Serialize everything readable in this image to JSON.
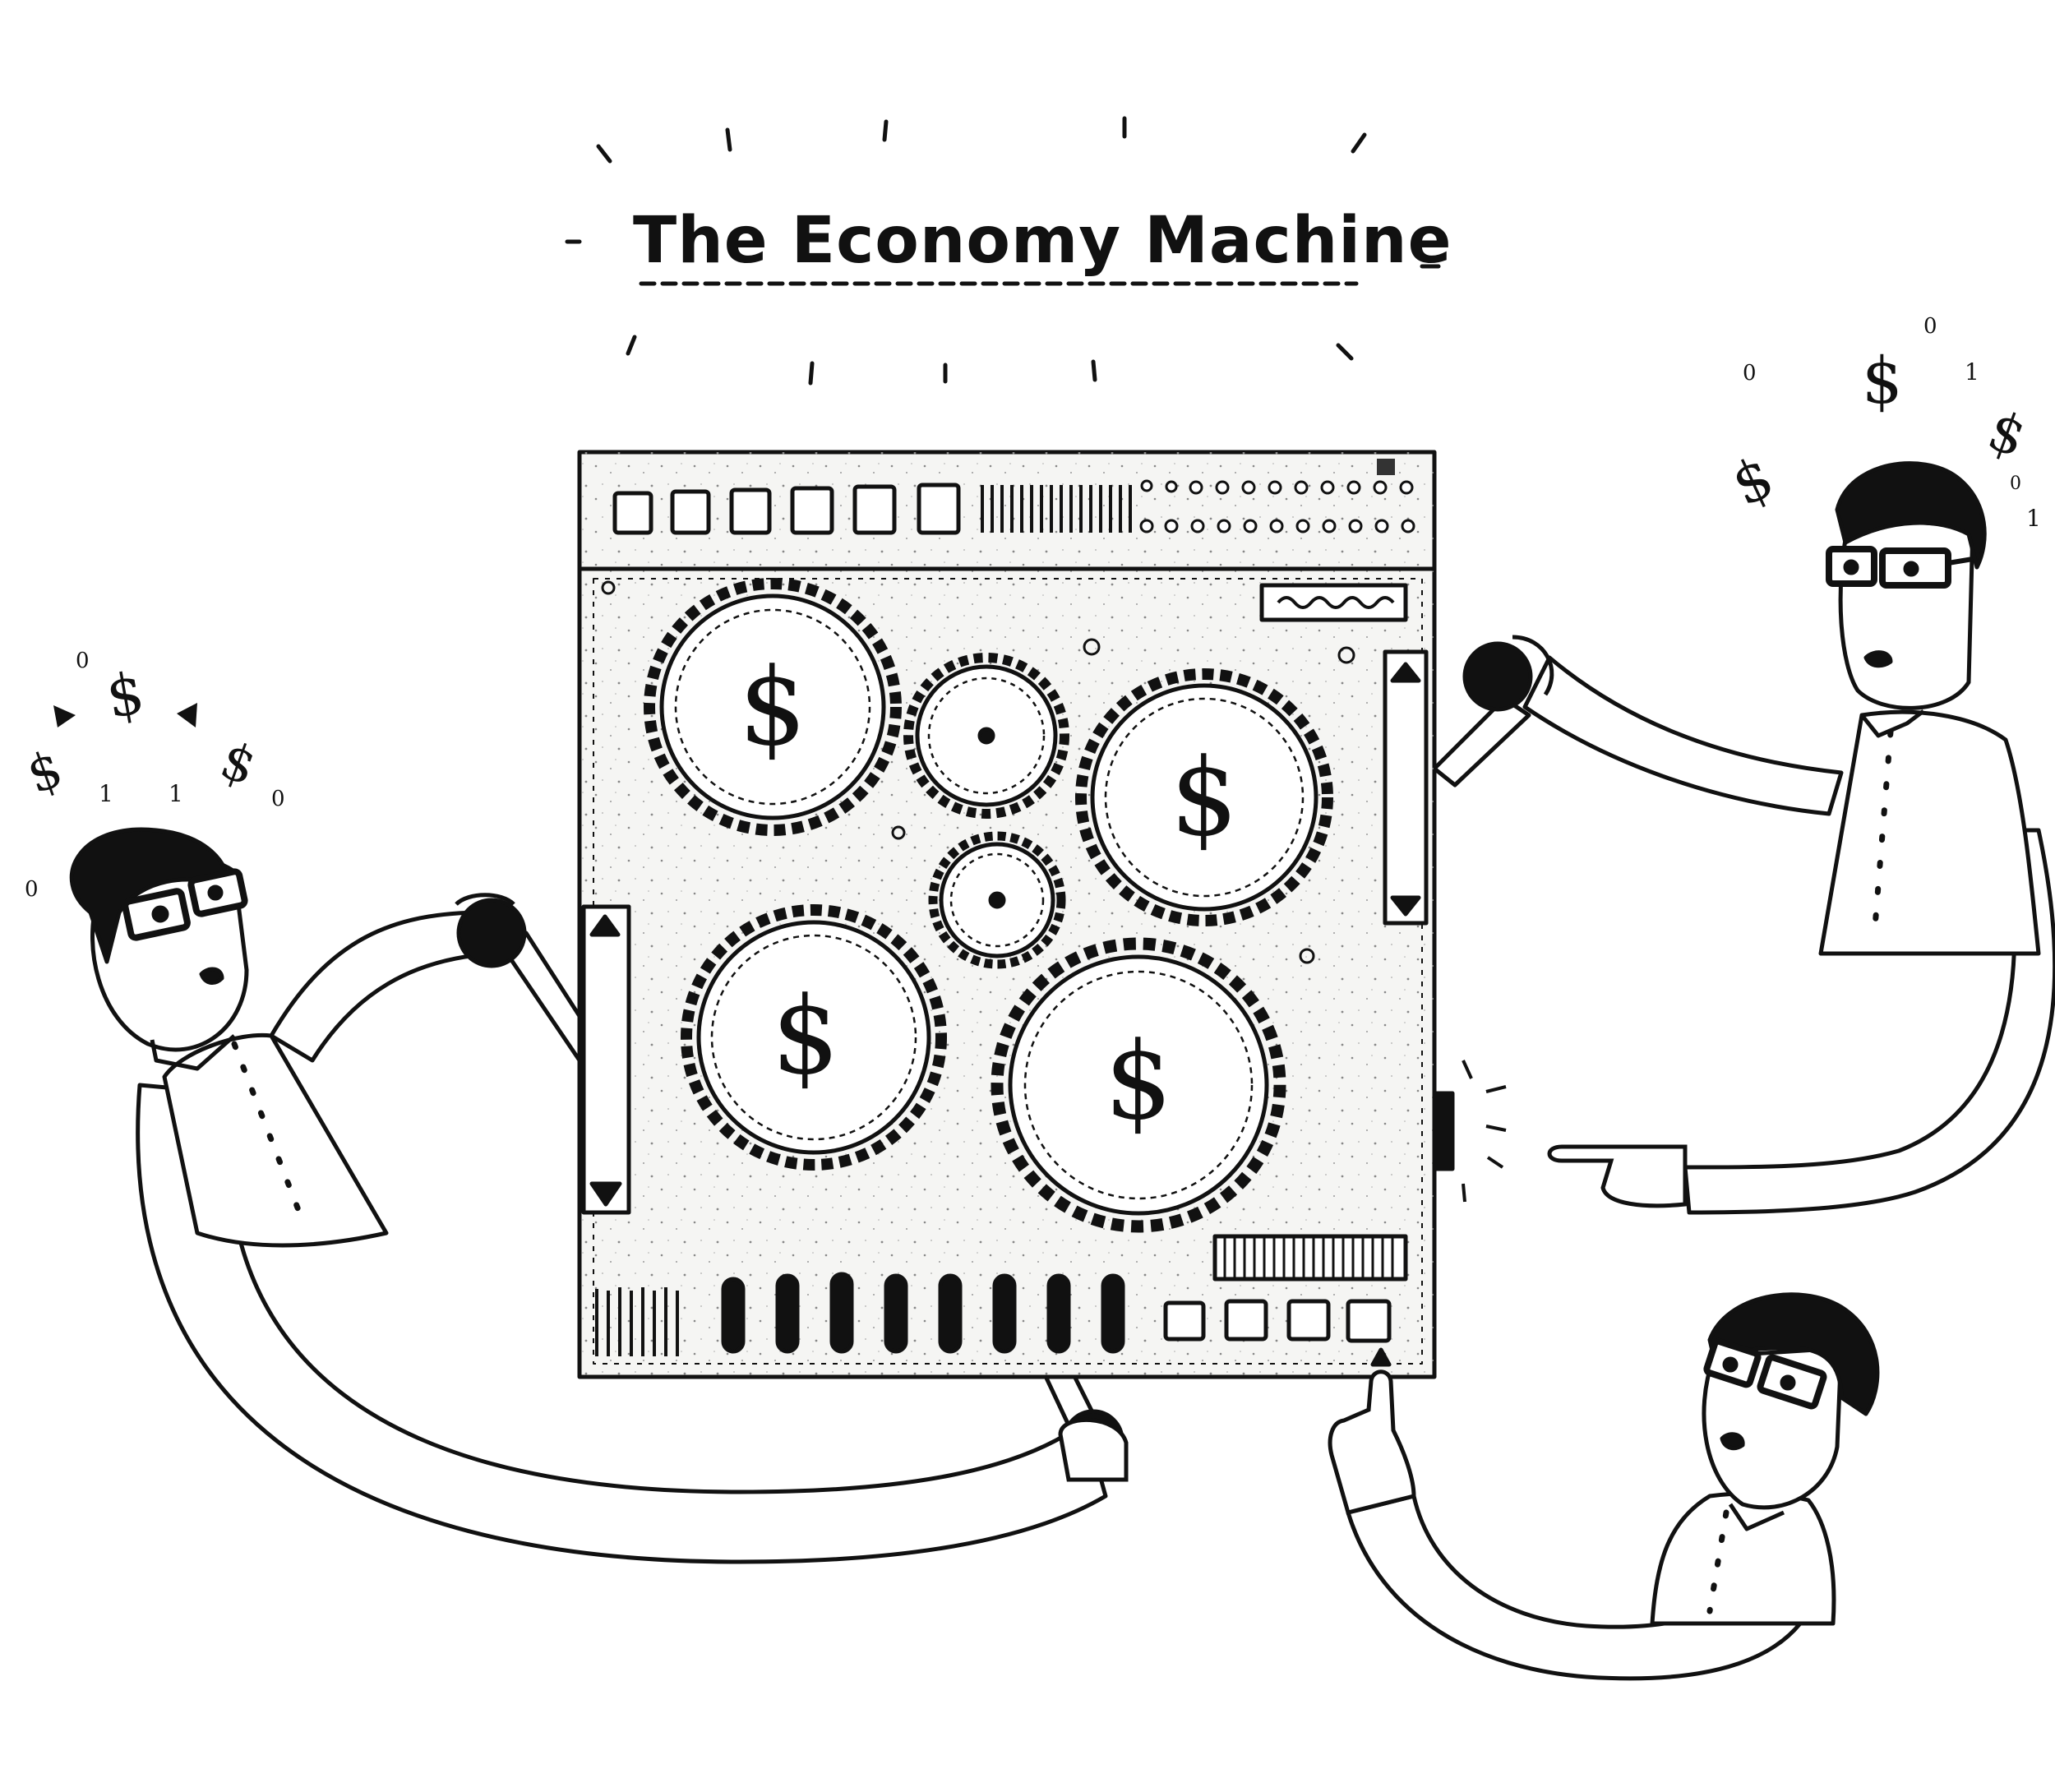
{
  "title": "The Economy Machine",
  "glyphs": {
    "dollar": "$",
    "zero": "0",
    "one": "1"
  },
  "colors": {
    "ink": "#111111",
    "paper": "#ffffff",
    "panel": "#f4f4f2"
  },
  "icons": [
    "dollar-sign-icon",
    "gear-icon",
    "up-arrow-icon",
    "down-arrow-icon",
    "pointing-hand-icon"
  ]
}
